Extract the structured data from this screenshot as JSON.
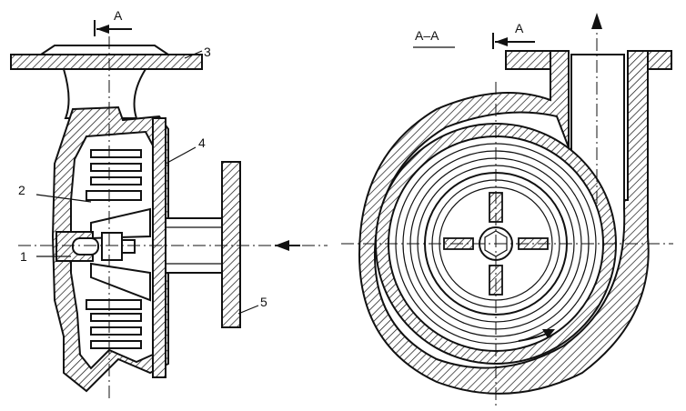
{
  "section_markers": {
    "left_arrow_label": "A",
    "section_title": "A–A",
    "right_arrow_label": "A"
  },
  "callouts": [
    "1",
    "2",
    "3",
    "4",
    "5"
  ],
  "colors": {
    "ink": "#111111",
    "paper": "#ffffff"
  }
}
